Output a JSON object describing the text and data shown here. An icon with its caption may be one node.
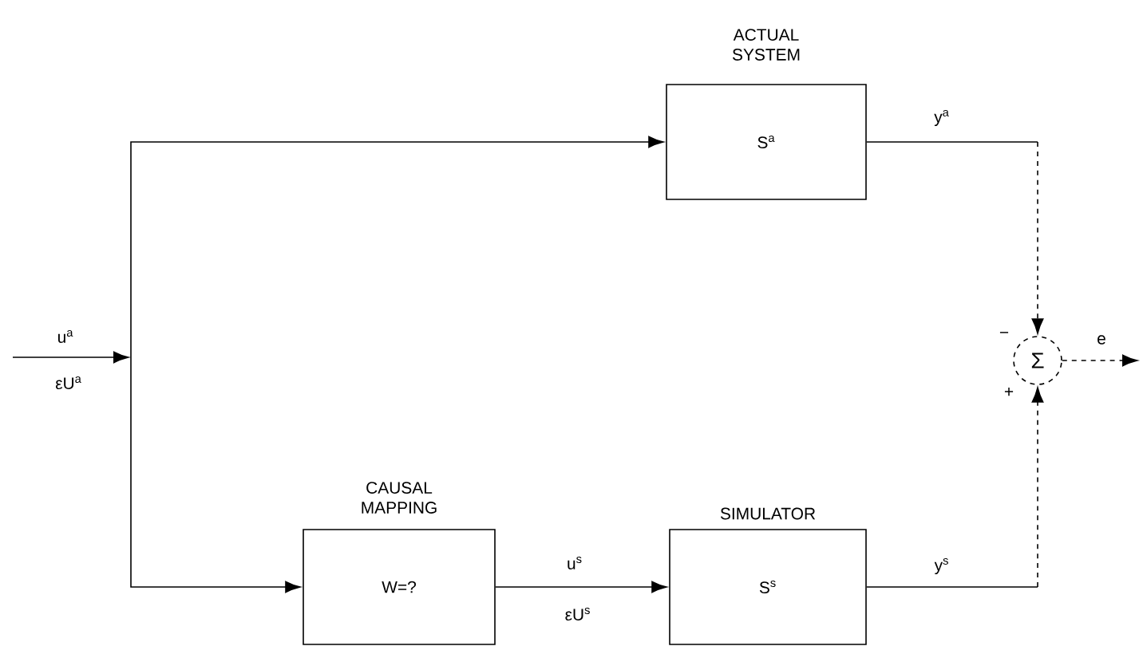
{
  "diagram": {
    "nodes": [
      {
        "text": [
          "ACTUAL SYSTEM",
          "S$^{a}$"
        ]
      },
      {
        "text": [
          "CAUSAL MAPPING",
          "W=?"
        ]
      },
      {
        "text": [
          "SIMULATOR",
          "S$^{s}$"
        ]
      },
      {
        "text": [
          "Σ"
        ],
        "beside": [
          "−",
          "+"
        ]
      }
    ],
    "edges": [
      {
        "from": null,
        "to": 0,
        "arrow": "to"
      },
      {
        "from": null,
        "to": 1,
        "arrow": "to"
      },
      {
        "from": 1,
        "to": 2,
        "arrow": "to"
      },
      {
        "from": 0,
        "to": 3,
        "arrow": "to",
        "label": "y$^{a}$",
        "style": "dashed"
      },
      {
        "from": 2,
        "to": 3,
        "arrow": "to",
        "label": "y$^{s}$",
        "style": "dashed"
      },
      {
        "from": 3,
        "to": null,
        "arrow": "to",
        "label": "e",
        "style": "dashed"
      }
    ],
    "labels": [
      "u$^{a}$",
      "εU$^{a}$",
      "u$^{s}$",
      "εU$^{s}$"
    ]
  }
}
